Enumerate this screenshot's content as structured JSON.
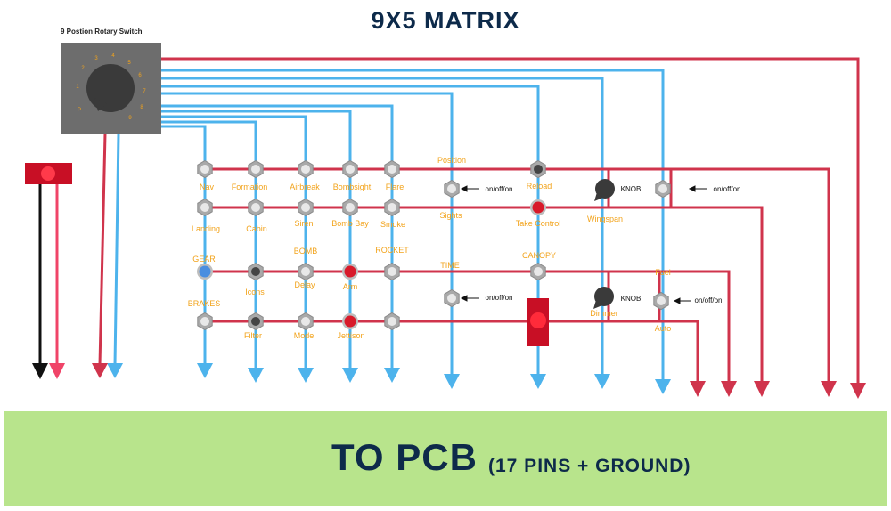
{
  "title": "9X5 MATRIX",
  "rotary_switch": {
    "label": "9 Postion Rotary Switch",
    "positions": [
      "P",
      "1",
      "2",
      "3",
      "4",
      "5",
      "6",
      "7",
      "8",
      "9"
    ]
  },
  "pcb": {
    "main": "TO PCB",
    "sub": "(17 PINS + GROUND)"
  },
  "colors": {
    "row_wire": "#d0344c",
    "column_wire": "#4db3ec",
    "pcb": "#b8e48c",
    "label": "#f2a31b",
    "switch_grey": "#a9a9a9",
    "led_red": "#d81a2a",
    "gear_blue": "#4a8ee0"
  },
  "labels": [
    "Nav",
    "Formation",
    "Airbreak",
    "Bombsight",
    "Flare",
    "Position",
    "Sights",
    "Reload",
    "KNOB",
    "Wingspan",
    "on/off/on",
    "Landing",
    "Cabin",
    "Siren",
    "Bomb Bay",
    "Smoke",
    "Take Control",
    "BOMB",
    "ROCKET",
    "GEAR",
    "Icons",
    "Delay",
    "Arm",
    "TIME",
    "CANOPY",
    "BRAKES",
    "Filter",
    "Mode",
    "Jettison",
    "Dimmer",
    "Fuel",
    "Auto"
  ]
}
